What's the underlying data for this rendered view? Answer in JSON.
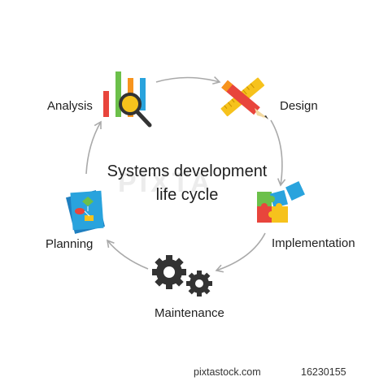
{
  "diagram": {
    "title_line1": "Systems development",
    "title_line2": "life cycle",
    "watermark": "PIXTA",
    "stages": {
      "analysis": "Analysis",
      "design": "Design",
      "implementation": "Implementation",
      "maintenance": "Maintenance",
      "planning": "Planning"
    },
    "icons": {
      "analysis": "bar-chart-magnifier-icon",
      "design": "pencil-ruler-icon",
      "implementation": "puzzle-icon",
      "maintenance": "gears-icon",
      "planning": "flowchart-document-icon"
    },
    "colors": {
      "arrow": "#a9a9a9",
      "red": "#e8453c",
      "orange": "#f7941d",
      "yellow": "#f6c21c",
      "green": "#6cc04a",
      "blue": "#29a3dd",
      "dark": "#333333"
    }
  },
  "footer": {
    "site": "pixtastock.com",
    "id": "16230155"
  }
}
